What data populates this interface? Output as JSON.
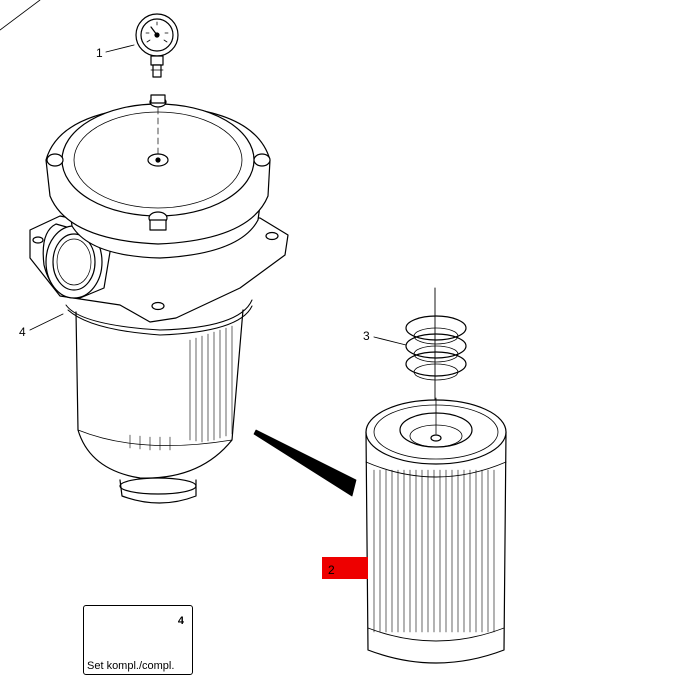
{
  "callouts": {
    "c1": "1",
    "c2": "2",
    "c3": "3",
    "c4": "4"
  },
  "kit": {
    "number": "4",
    "label": "Set kompl./compl."
  },
  "colors": {
    "highlight": "#ee0000",
    "line": "#000000",
    "background": "#ffffff"
  }
}
